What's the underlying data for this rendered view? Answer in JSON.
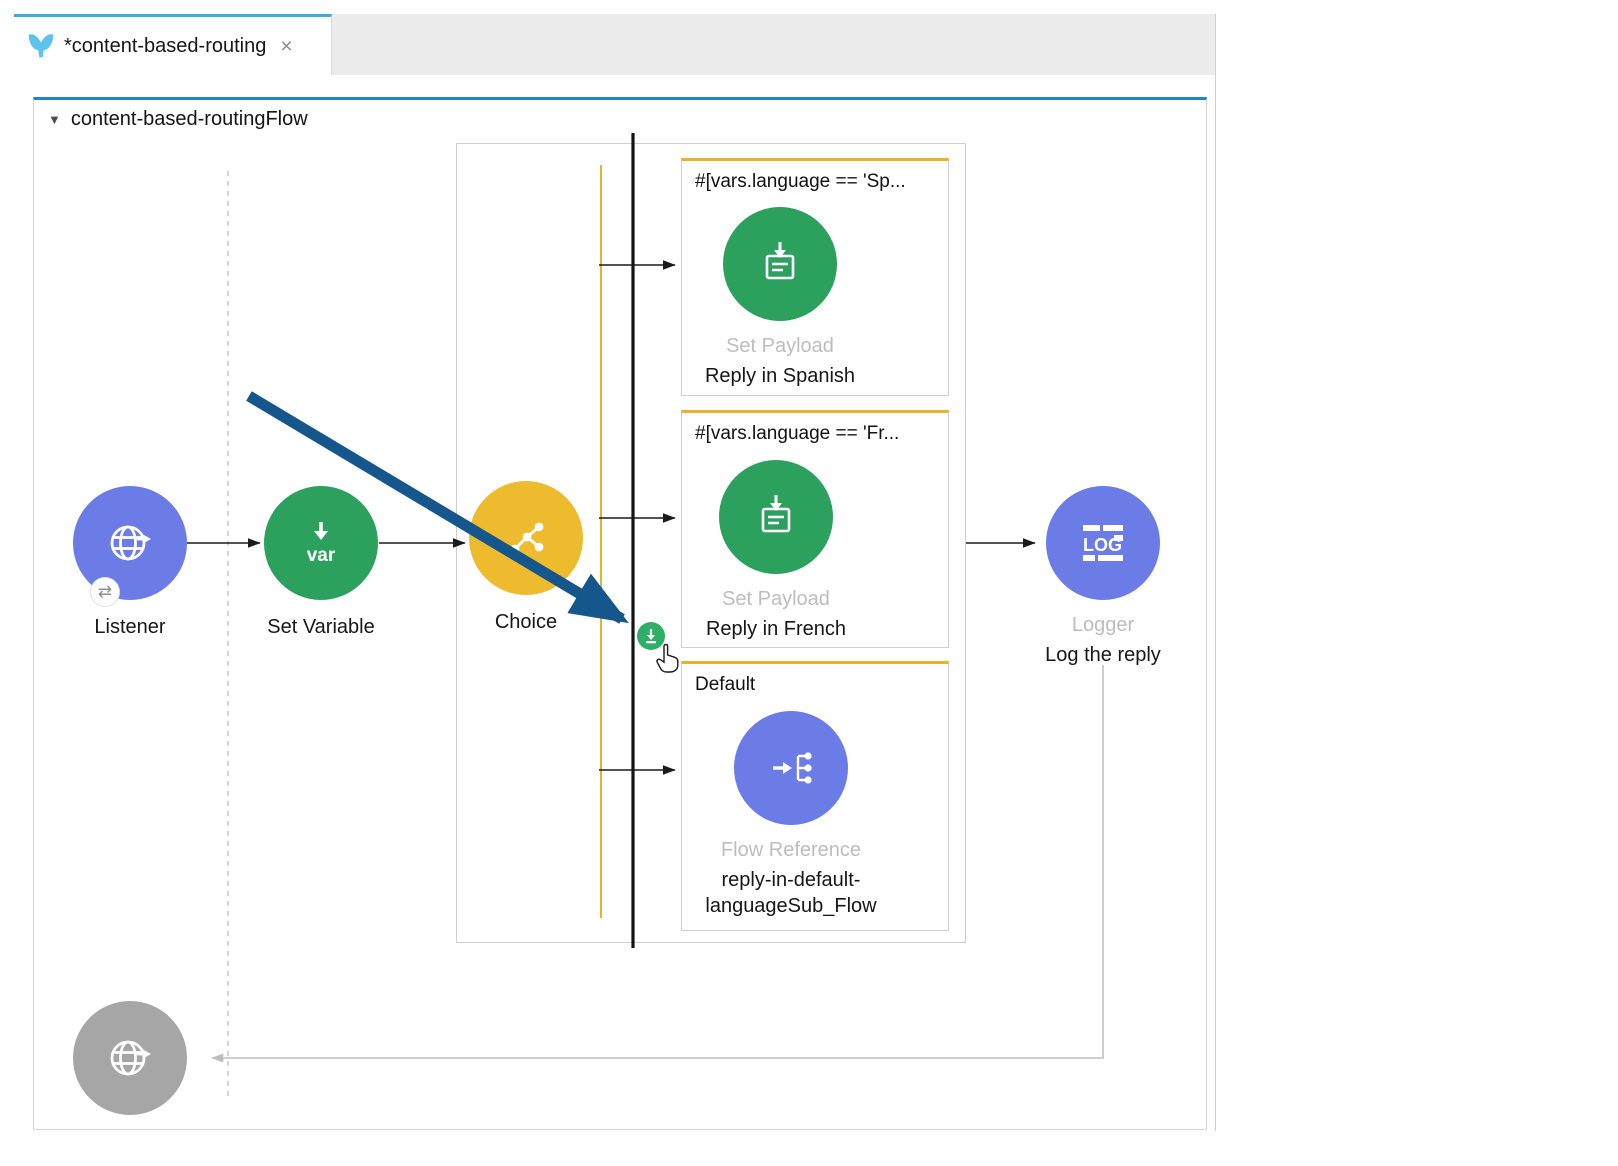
{
  "tab": {
    "title": "*content-based-routing",
    "close_icon": "×"
  },
  "flow": {
    "title": "content-based-routingFlow",
    "collapse_icon": "▼"
  },
  "nodes": {
    "listener": {
      "name": "Listener",
      "swap_icon": "⇄"
    },
    "set_variable": {
      "name": "Set Variable",
      "icon_text": "var"
    },
    "choice": {
      "name": "Choice"
    },
    "logger": {
      "type": "Logger",
      "name": "Log the reply",
      "icon_text": "LOG"
    }
  },
  "choice_scope": {
    "routes": [
      {
        "condition": "#[vars.language == 'Sp...",
        "type": "Set Payload",
        "name": "Reply in Spanish"
      },
      {
        "condition": "#[vars.language == 'Fr...",
        "type": "Set Payload",
        "name": "Reply in French"
      },
      {
        "condition": "Default",
        "type": "Flow Reference",
        "name": "reply-in-default-languageSub_Flow"
      }
    ]
  },
  "colors": {
    "tab-accent": "#41a9dd",
    "flow-accent": "#1f87c6",
    "node-purple": "#6b7ce6",
    "node-green": "#2ca05d",
    "node-yellow": "#eebb2e",
    "node-gray": "#a6a6a6",
    "route-accent": "#e7b32c",
    "drag-arrow": "#15568c",
    "type-label": "#bdbdbd"
  }
}
